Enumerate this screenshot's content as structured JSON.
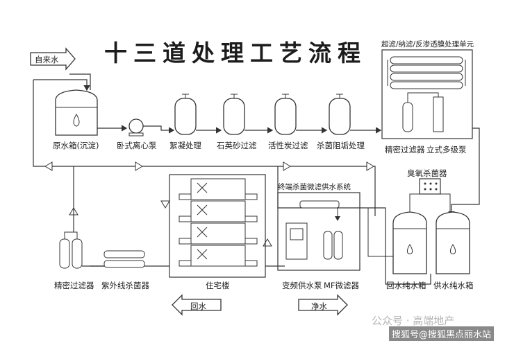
{
  "title": "十三道处理工艺流程",
  "inlet": "自来水",
  "top_row": {
    "raw_tank": "原水箱(沉淀)",
    "pump": "卧式离心泵",
    "flocculation": "絮凝处理",
    "quartz": "石英砂过滤",
    "carbon": "活性炭过滤",
    "scale": "杀菌阻垢处理"
  },
  "membrane_unit": {
    "title": "超滤/纳滤/反渗透膜处理单元",
    "fine_filter": "精密过滤器",
    "vertical_pump": "立式多级泵"
  },
  "ozone": "臭氧杀菌器",
  "terminal_system": "终端杀菌微滤供水系统",
  "tanks": {
    "return": "回水纯水箱",
    "supply": "供水纯水箱"
  },
  "bottom_row": {
    "vfd_pump": "变频供水泵",
    "mf": "MF微滤器",
    "residence": "住宅楼",
    "uv": "紫外线杀菌器",
    "fine_filter": "精密过滤器"
  },
  "arrows": {
    "return_water": "回水",
    "clean_water": "净水"
  },
  "watermark": {
    "line1": "公众号 · 高端地产",
    "line2": "搜狐号@搜狐黑点丽水站"
  }
}
